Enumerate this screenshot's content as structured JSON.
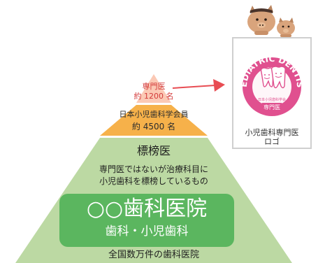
{
  "colors": {
    "pyramid_top": "#fbc9b5",
    "pyramid_middle": "#f6b14a",
    "pyramid_base": "#bcd9a3",
    "clinic_box": "#5bb65f",
    "arrow": "#e84d53",
    "badge_pink": "#e0508f"
  },
  "specialist": {
    "title": "専門医",
    "count": "約 1200 名"
  },
  "society_member": {
    "title": "日本小児歯科学会員",
    "count": "約 4500 名"
  },
  "advertised": {
    "title": "標榜医",
    "description_line1": "専門医ではないが治療科目に",
    "description_line2": "小児歯科を標榜しているもの"
  },
  "clinic": {
    "name": "○○歯科医院",
    "departments": "歯科・小児歯科"
  },
  "general": {
    "label": "全国数万件の歯科医院"
  },
  "logo": {
    "badge_text": "PEDIATRIC DENTIST",
    "badge_small_text": "日本小児歯科学会",
    "badge_stamp": "専門医",
    "caption_line1": "小児歯科専門医",
    "caption_line2": "ロゴ"
  },
  "icons": {
    "mascot": "boar-family-icon",
    "arrow": "arrow-right-icon",
    "tooth": "tooth-icon"
  }
}
